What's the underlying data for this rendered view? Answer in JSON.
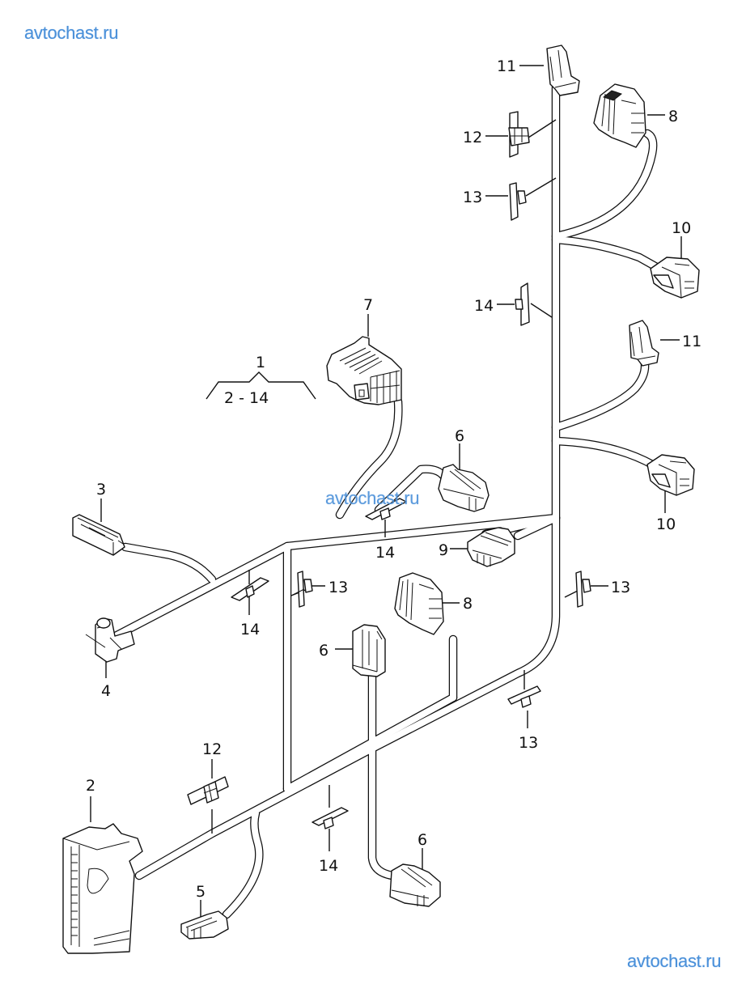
{
  "watermarks": {
    "top_left": "avtochast.ru",
    "center": "avtochast.ru",
    "bottom_right": "avtochast.ru"
  },
  "diagram": {
    "group_label": "1",
    "group_range": "2 - 14",
    "callouts": [
      {
        "id": "c11a",
        "part": "11",
        "label": "11"
      },
      {
        "id": "c8a",
        "part": "8",
        "label": "8"
      },
      {
        "id": "c12a",
        "part": "12",
        "label": "12"
      },
      {
        "id": "c13a",
        "part": "13",
        "label": "13"
      },
      {
        "id": "c10a",
        "part": "10",
        "label": "10"
      },
      {
        "id": "c14a",
        "part": "14",
        "label": "14"
      },
      {
        "id": "c7",
        "part": "7",
        "label": "7"
      },
      {
        "id": "c11b",
        "part": "11",
        "label": "11"
      },
      {
        "id": "c6a",
        "part": "6",
        "label": "6"
      },
      {
        "id": "c10b",
        "part": "10",
        "label": "10"
      },
      {
        "id": "c3",
        "part": "3",
        "label": "3"
      },
      {
        "id": "c14b",
        "part": "14",
        "label": "14"
      },
      {
        "id": "c9",
        "part": "9",
        "label": "9"
      },
      {
        "id": "c13b",
        "part": "13",
        "label": "13"
      },
      {
        "id": "c14c",
        "part": "14",
        "label": "14"
      },
      {
        "id": "c8b",
        "part": "8",
        "label": "8"
      },
      {
        "id": "c13c",
        "part": "13",
        "label": "13"
      },
      {
        "id": "c4",
        "part": "4",
        "label": "4"
      },
      {
        "id": "c6b",
        "part": "6",
        "label": "6"
      },
      {
        "id": "c13d",
        "part": "13",
        "label": "13"
      },
      {
        "id": "c12b",
        "part": "12",
        "label": "12"
      },
      {
        "id": "c2",
        "part": "2",
        "label": "2"
      },
      {
        "id": "c14d",
        "part": "14",
        "label": "14"
      },
      {
        "id": "c6c",
        "part": "6",
        "label": "6"
      },
      {
        "id": "c5",
        "part": "5",
        "label": "5"
      }
    ]
  }
}
